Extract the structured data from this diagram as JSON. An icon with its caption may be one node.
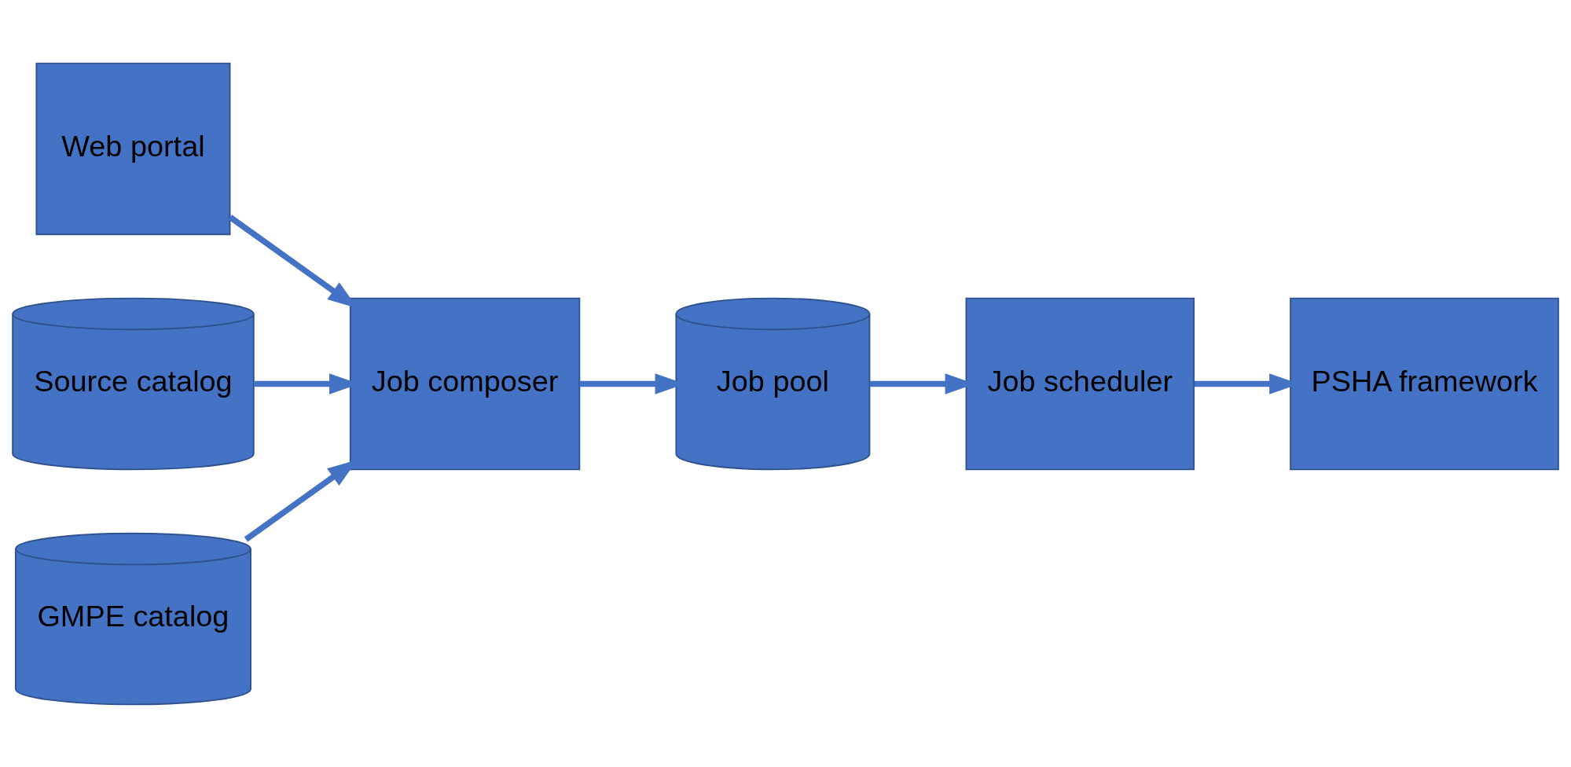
{
  "diagram": {
    "nodes": [
      {
        "text": [
          "Web portal"
        ]
      },
      {
        "text": [
          "Job composer"
        ]
      },
      {
        "text": [
          "Job pool"
        ]
      },
      {
        "text": [
          "Job scheduler"
        ]
      },
      {
        "text": [
          "PSHA framework"
        ]
      },
      {
        "text": [
          "Source catalog"
        ]
      },
      {
        "text": [
          "GMPE catalog"
        ]
      }
    ],
    "edges": [
      {
        "from": 0,
        "to": 1,
        "arrow": "to"
      },
      {
        "from": 1,
        "to": 2,
        "arrow": "to"
      },
      {
        "from": 2,
        "to": 3,
        "arrow": "to"
      },
      {
        "from": 3,
        "to": 4,
        "arrow": "to"
      },
      {
        "from": 5,
        "to": 1,
        "arrow": "to"
      },
      {
        "from": 6,
        "to": 1,
        "arrow": "to"
      }
    ]
  }
}
